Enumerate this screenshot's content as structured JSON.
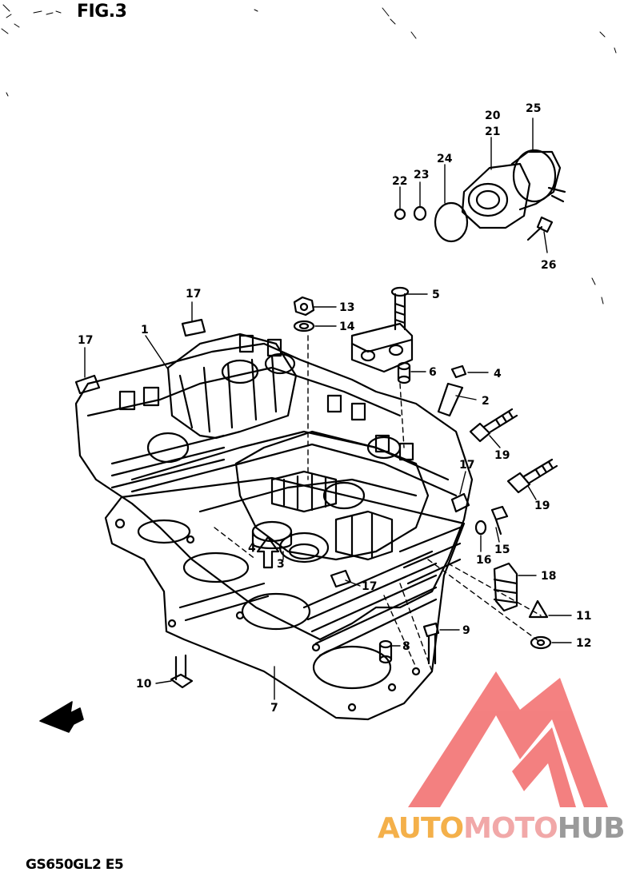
{
  "figure": {
    "title": "FIG.3",
    "model": "GS650GL2 E5"
  },
  "callouts": [
    {
      "id": "c1",
      "text": "1"
    },
    {
      "id": "c2",
      "text": "2"
    },
    {
      "id": "c3",
      "text": "3"
    },
    {
      "id": "c4a",
      "text": "4"
    },
    {
      "id": "c4b",
      "text": "4"
    },
    {
      "id": "c5",
      "text": "5"
    },
    {
      "id": "c6",
      "text": "6"
    },
    {
      "id": "c7",
      "text": "7"
    },
    {
      "id": "c8",
      "text": "8"
    },
    {
      "id": "c9",
      "text": "9"
    },
    {
      "id": "c10",
      "text": "10"
    },
    {
      "id": "c11",
      "text": "11"
    },
    {
      "id": "c12",
      "text": "12"
    },
    {
      "id": "c13",
      "text": "13"
    },
    {
      "id": "c14",
      "text": "14"
    },
    {
      "id": "c15",
      "text": "15"
    },
    {
      "id": "c16",
      "text": "16"
    },
    {
      "id": "c17a",
      "text": "17"
    },
    {
      "id": "c17b",
      "text": "17"
    },
    {
      "id": "c17c",
      "text": "17"
    },
    {
      "id": "c17d",
      "text": "17"
    },
    {
      "id": "c18",
      "text": "18"
    },
    {
      "id": "c19a",
      "text": "19"
    },
    {
      "id": "c19b",
      "text": "19"
    },
    {
      "id": "c20",
      "text": "20"
    },
    {
      "id": "c21",
      "text": "21"
    },
    {
      "id": "c22",
      "text": "22"
    },
    {
      "id": "c23",
      "text": "23"
    },
    {
      "id": "c24",
      "text": "24"
    },
    {
      "id": "c25",
      "text": "25"
    },
    {
      "id": "c26",
      "text": "26"
    }
  ],
  "watermark": {
    "part1": "AUTO",
    "part2": "MOTO",
    "part3": "HUB",
    "color_primary": "#f26b6b",
    "color_secondary": "#f4b04a",
    "color_tertiary": "#9a9a9a"
  }
}
